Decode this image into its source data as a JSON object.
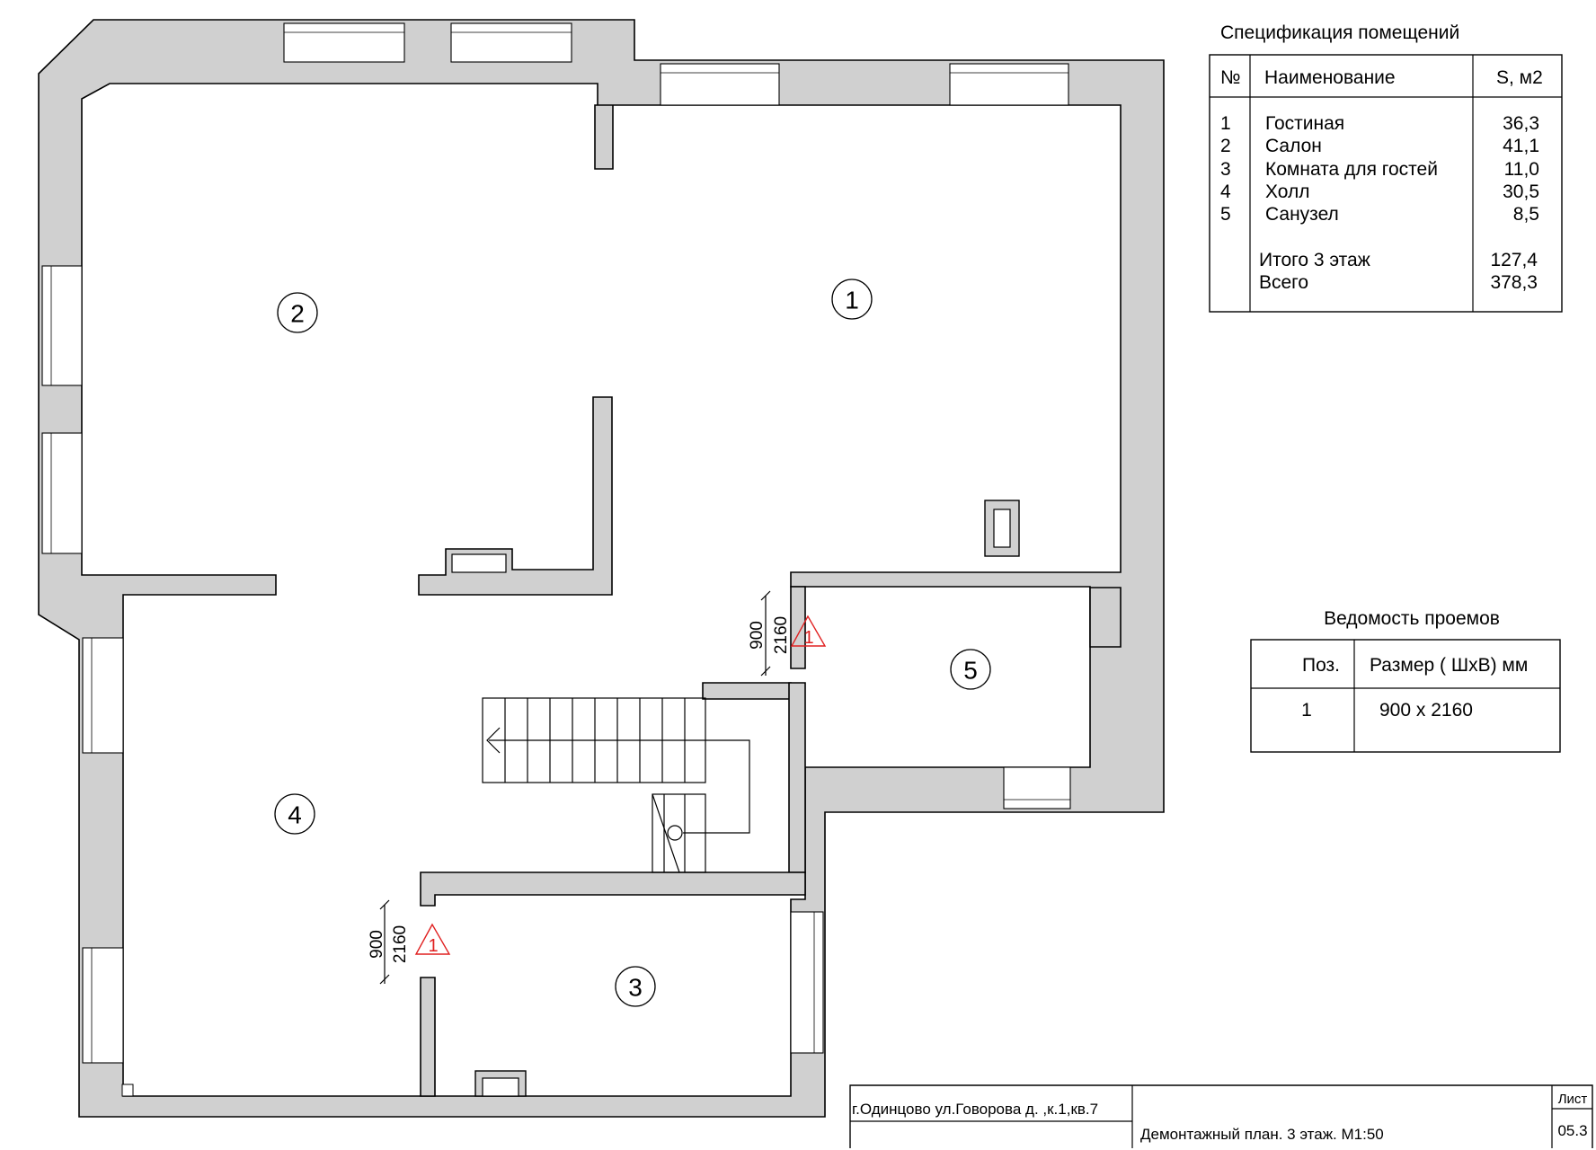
{
  "rooms_spec": {
    "title": "Спецификация помещений",
    "headers": {
      "num": "№",
      "name": "Наименование",
      "area": "S, м2"
    },
    "rows": [
      {
        "num": "1",
        "name": "Гостиная",
        "area": "36,3"
      },
      {
        "num": "2",
        "name": "Салон",
        "area": "41,1"
      },
      {
        "num": "3",
        "name": "Комната для гостей",
        "area": "11,0"
      },
      {
        "num": "4",
        "name": "Холл",
        "area": "30,5"
      },
      {
        "num": "5",
        "name": "Санузел",
        "area": "8,5"
      }
    ],
    "total_floor": {
      "label": "Итого 3 этаж",
      "area": "127,4"
    },
    "total_all": {
      "label": "Всего",
      "area": "378,3"
    }
  },
  "openings": {
    "title": "Ведомость проемов",
    "headers": {
      "pos": "Поз.",
      "size": "Размер ( ШхВ) мм"
    },
    "rows": [
      {
        "pos": "1",
        "size": "900 x 2160"
      }
    ]
  },
  "plan": {
    "room_labels": [
      "1",
      "2",
      "3",
      "4",
      "5"
    ],
    "door_markers": [
      {
        "width": "900",
        "height": "2160",
        "mark": "1"
      },
      {
        "width": "900",
        "height": "2160",
        "mark": "1"
      }
    ]
  },
  "title_block": {
    "address": "г.Одинцово ул.Говорова д.    ,к.1,кв.7",
    "drawing_title": "Демонтажный план. 3 этаж. М1:50",
    "sheet_label": "Лист",
    "sheet_number": "05.3"
  },
  "colors": {
    "walls": "#d0d0d0",
    "marks": "#e02020"
  }
}
